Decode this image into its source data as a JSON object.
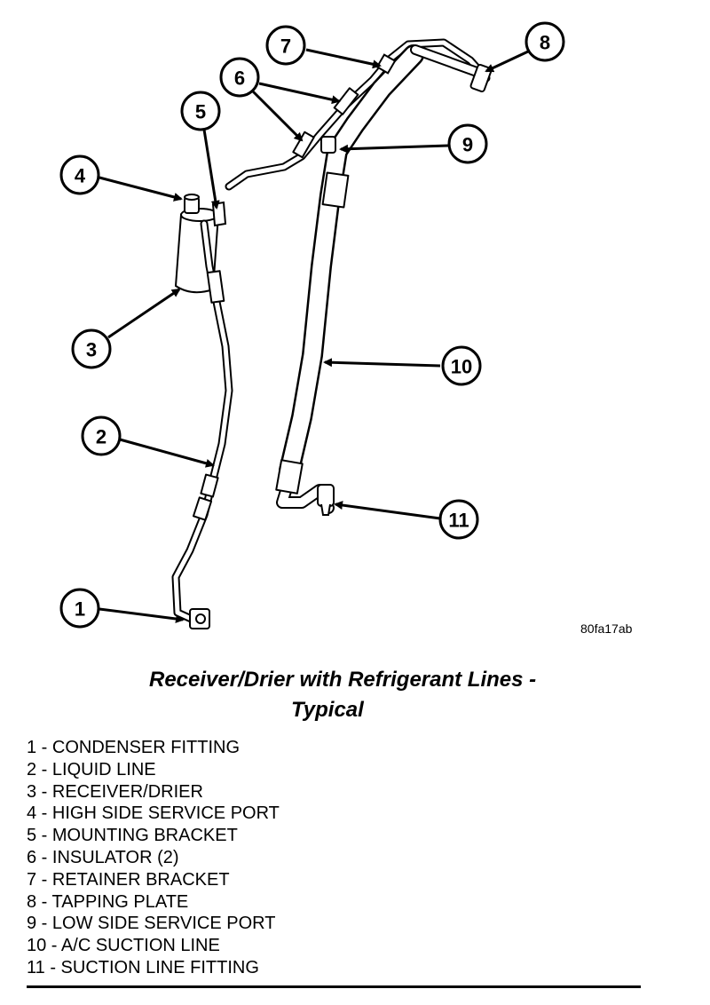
{
  "diagram": {
    "callouts": [
      "1",
      "2",
      "3",
      "4",
      "5",
      "6",
      "7",
      "8",
      "9",
      "10",
      "11"
    ],
    "figure_id": "80fa17ab"
  },
  "caption": {
    "line1": "Receiver/Drier with Refrigerant Lines -",
    "line2": "Typical"
  },
  "legend": [
    "1 - CONDENSER FITTING",
    "2 - LIQUID LINE",
    "3 - RECEIVER/DRIER",
    "4 - HIGH SIDE SERVICE PORT",
    "5 - MOUNTING BRACKET",
    "6 - INSULATOR (2)",
    "7 - RETAINER BRACKET",
    "8 - TAPPING PLATE",
    "9 - LOW SIDE SERVICE PORT",
    "10 - A/C SUCTION LINE",
    "11 - SUCTION LINE FITTING"
  ]
}
